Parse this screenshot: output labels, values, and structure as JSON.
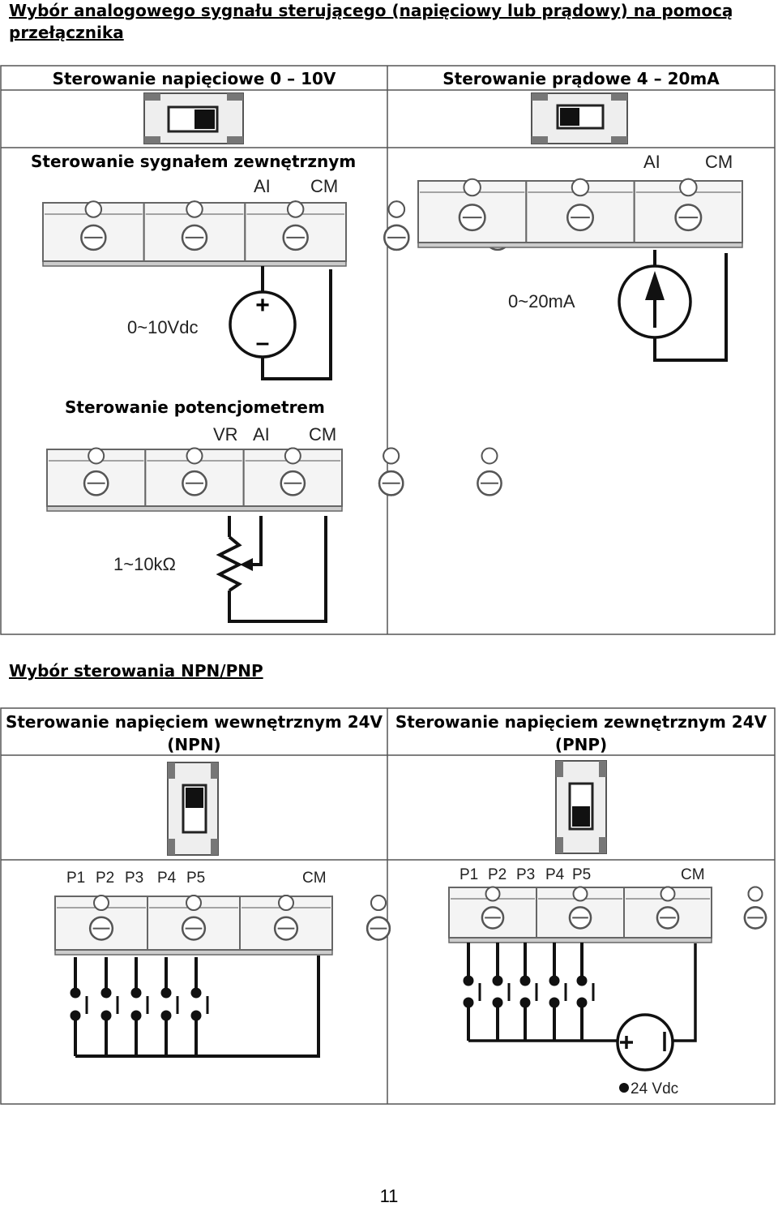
{
  "analog": {
    "title": "Wybór analogowego sygnału sterującego (napięciowy lub prądowy) na pomocą przełącznika",
    "col_voltage_header": "Sterowanie napięciowe 0 – 10V",
    "col_current_header": "Sterowanie prądowe 4 – 20mA",
    "external_signal_label": "Sterowanie sygnałem zewnętrznym",
    "potentiometer_label": "Sterowanie potencjometrem",
    "voltage_source_label": "0~10Vdc",
    "current_source_label": "0~20mA",
    "potentiometer_range_label": "1~10kΩ",
    "terminal_ai": "AI",
    "terminal_cm": "CM",
    "terminal_vr": "VR",
    "plus_sign": "+",
    "minus_sign": "–"
  },
  "npn_pnp": {
    "title": "Wybór sterowania NPN/PNP",
    "col_npn_header": "Sterowanie napięciem wewnętrznym 24V (NPN)",
    "col_pnp_header": "Sterowanie napięciem zewnętrznym 24V (PNP)",
    "terminals": [
      "P1",
      "P2",
      "P3",
      "P4",
      "P5"
    ],
    "terminal_cm": "CM",
    "pnp_supply_label": "24 Vdc",
    "plus_sign": "+",
    "minus_sign": "I"
  },
  "page_number": "11"
}
